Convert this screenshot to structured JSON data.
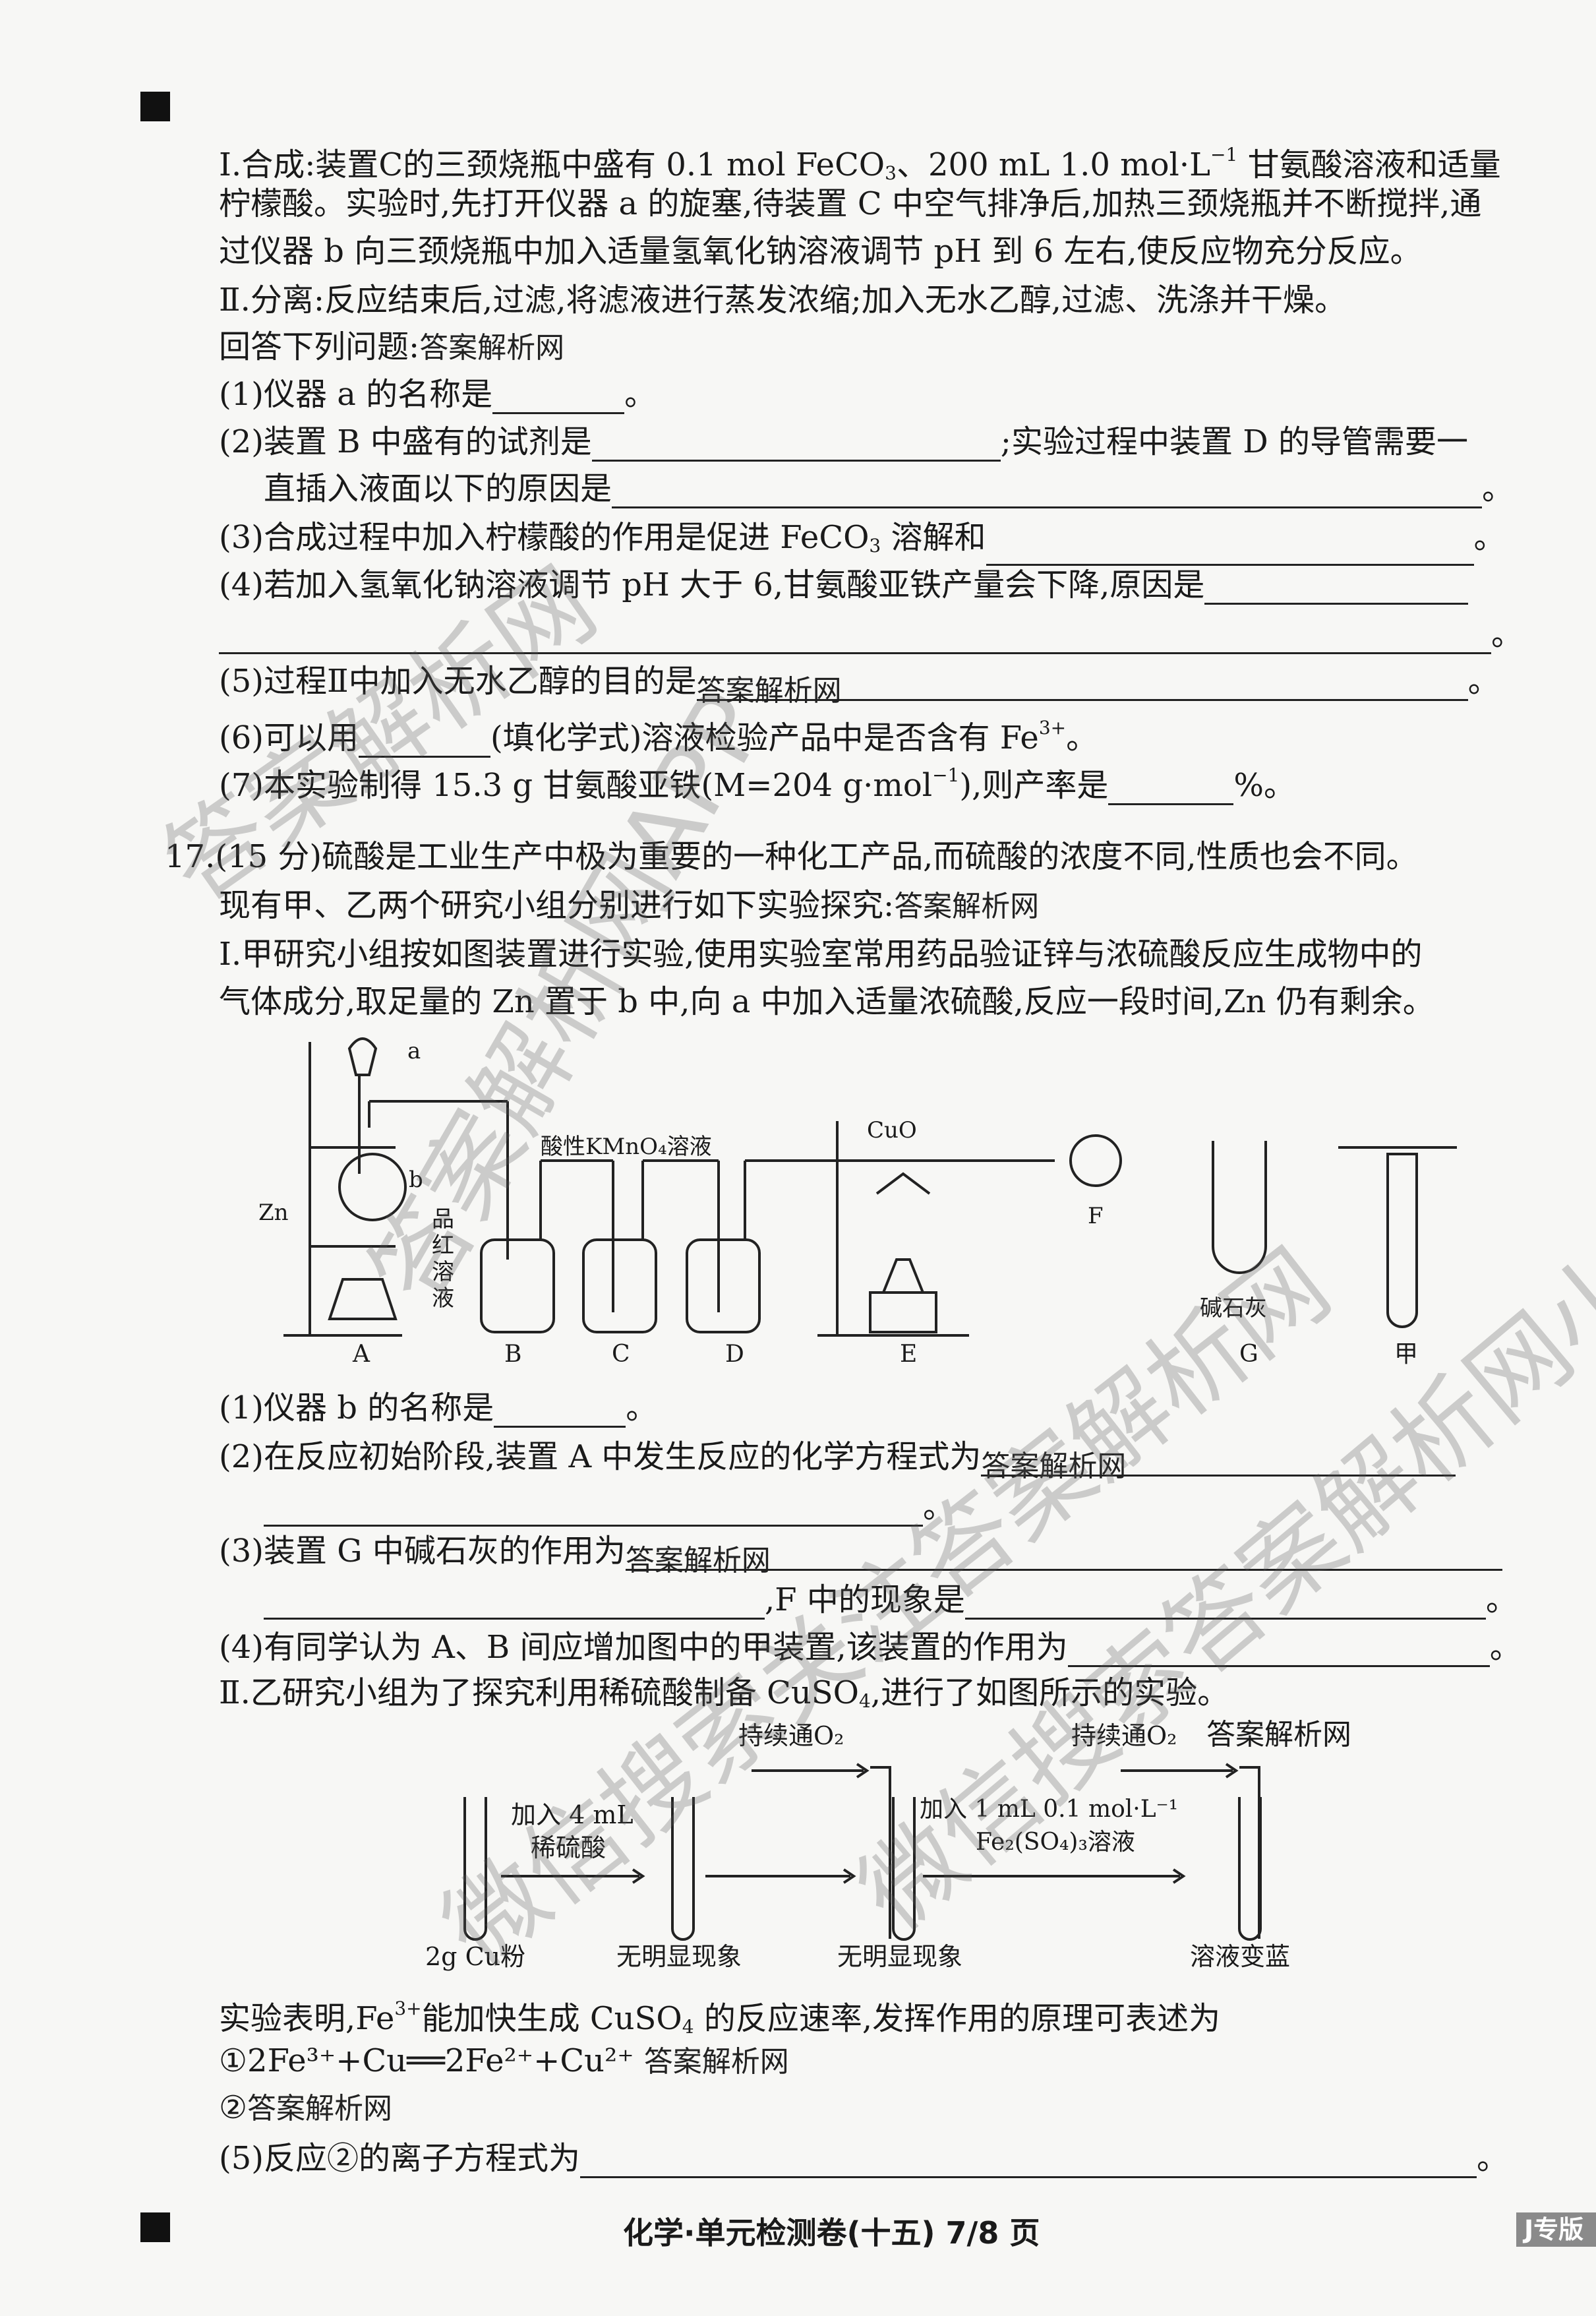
{
  "q16": {
    "p1a": "Ⅰ.合成:装置C的三颈烧瓶中盛有 0.1 mol FeCO",
    "p1b": "3",
    "p1c": "、200 mL 1.0 mol·L",
    "p1d": "−1",
    "p1e": " 甘氨酸溶液和适量",
    "p2": "柠檬酸。实验时,先打开仪器 a 的旋塞,待装置 C 中空气排净后,加热三颈烧瓶并不断搅拌,通",
    "p3": "过仪器 b 向三颈烧瓶中加入适量氢氧化钠溶液调节 pH 到 6 左右,使反应物充分反应。",
    "p4": "Ⅱ.分离:反应结束后,过滤,将滤液进行蒸发浓缩;加入无水乙醇,过滤、洗涤并干燥。",
    "p5": "回答下列问题:",
    "wm": "答案解析网",
    "q1": "(1)仪器 a 的名称是",
    "end": "。",
    "q2a": "(2)装置 B 中盛有的试剂是",
    "q2b": ";实验过程中装置 D 的导管需要一",
    "q2c": "直插入液面以下的原因是",
    "q3a": "(3)合成过程中加入柠檬酸的作用是促进 FeCO",
    "q3b": "3",
    "q3c": " 溶解和",
    "q4": "(4)若加入氢氧化钠溶液调节 pH 大于 6,甘氨酸亚铁产量会下降,原因是",
    "q5": "(5)过程Ⅱ中加入无水乙醇的目的是",
    "q6a": "(6)可以用",
    "q6b": "(填化学式)溶液检验产品中是否含有 Fe",
    "q6c": "3+",
    "q7a": "(7)本实验制得 15.3 g 甘氨酸亚铁(M=204 g·mol",
    "q7b": "−1",
    "q7c": "),则产率是",
    "q7d": "%。"
  },
  "q17": {
    "l1": "17.(15 分)硫酸是工业生产中极为重要的一种化工产品,而硫酸的浓度不同,性质也会不同。",
    "l2": "现有甲、乙两个研究小组分别进行如下实验探究:",
    "l3": "Ⅰ.甲研究小组按如图装置进行实验,使用实验室常用药品验证锌与浓硫酸反应生成物中的",
    "l4": "气体成分,取足量的 Zn 置于 b 中,向 a 中加入适量浓硫酸,反应一段时间,Zn 仍有剩余。",
    "diagram1": {
      "a": "a",
      "b": "b",
      "zn": "Zn",
      "pinhong": [
        "品",
        "红",
        "溶",
        "液"
      ],
      "kmno4": "酸性KMnO₄溶液",
      "cuo": "CuO",
      "f": "F",
      "jsh": "碱石灰",
      "labels": [
        "A",
        "B",
        "C",
        "D",
        "E",
        "G",
        "甲"
      ]
    },
    "s1": "(1)仪器 b 的名称是",
    "s2": "(2)在反应初始阶段,装置 A 中发生反应的化学方程式为",
    "s3a": "(3)装置 G 中碱石灰的作用为",
    "s3b": ",F 中的现象是",
    "s4": "(4)有同学认为 A、B 间应增加图中的甲装置,该装置的作用为",
    "ii": "Ⅱ.乙研究小组为了探究利用稀硫酸制备 CuSO",
    "ii_sub": "4",
    "ii_end": ",进行了如图所示的实验。",
    "diagram2": {
      "o2": "持续通O₂",
      "add1a": "加入 4 mL",
      "add1b": "稀硫酸",
      "add2a": "加入 1 mL 0.1 mol·L⁻¹",
      "add2b": "Fe₂(SO₄)₃溶液",
      "t1": "2g Cu粉",
      "t2": "无明显现象",
      "t3": "无明显现象",
      "t4": "溶液变蓝"
    },
    "r1a": "实验表明,Fe",
    "r1b": "3+",
    "r1c": "能加快生成 CuSO",
    "r1d": "4",
    "r1e": " 的反应速率,发挥作用的原理可表述为",
    "r2": "①2Fe³⁺+Cu══2Fe²⁺+Cu²⁺",
    "r3": "②",
    "s5": "(5)反应②的离子方程式为"
  },
  "footer": {
    "title": "化学·单元检测卷(十五)  7/8 页",
    "tag": "J专版"
  },
  "watermarks": [
    "答案解析网",
    "答案解析网APP",
    "微信搜索关注答案解析网",
    "微信搜索答案解析网小程序"
  ]
}
